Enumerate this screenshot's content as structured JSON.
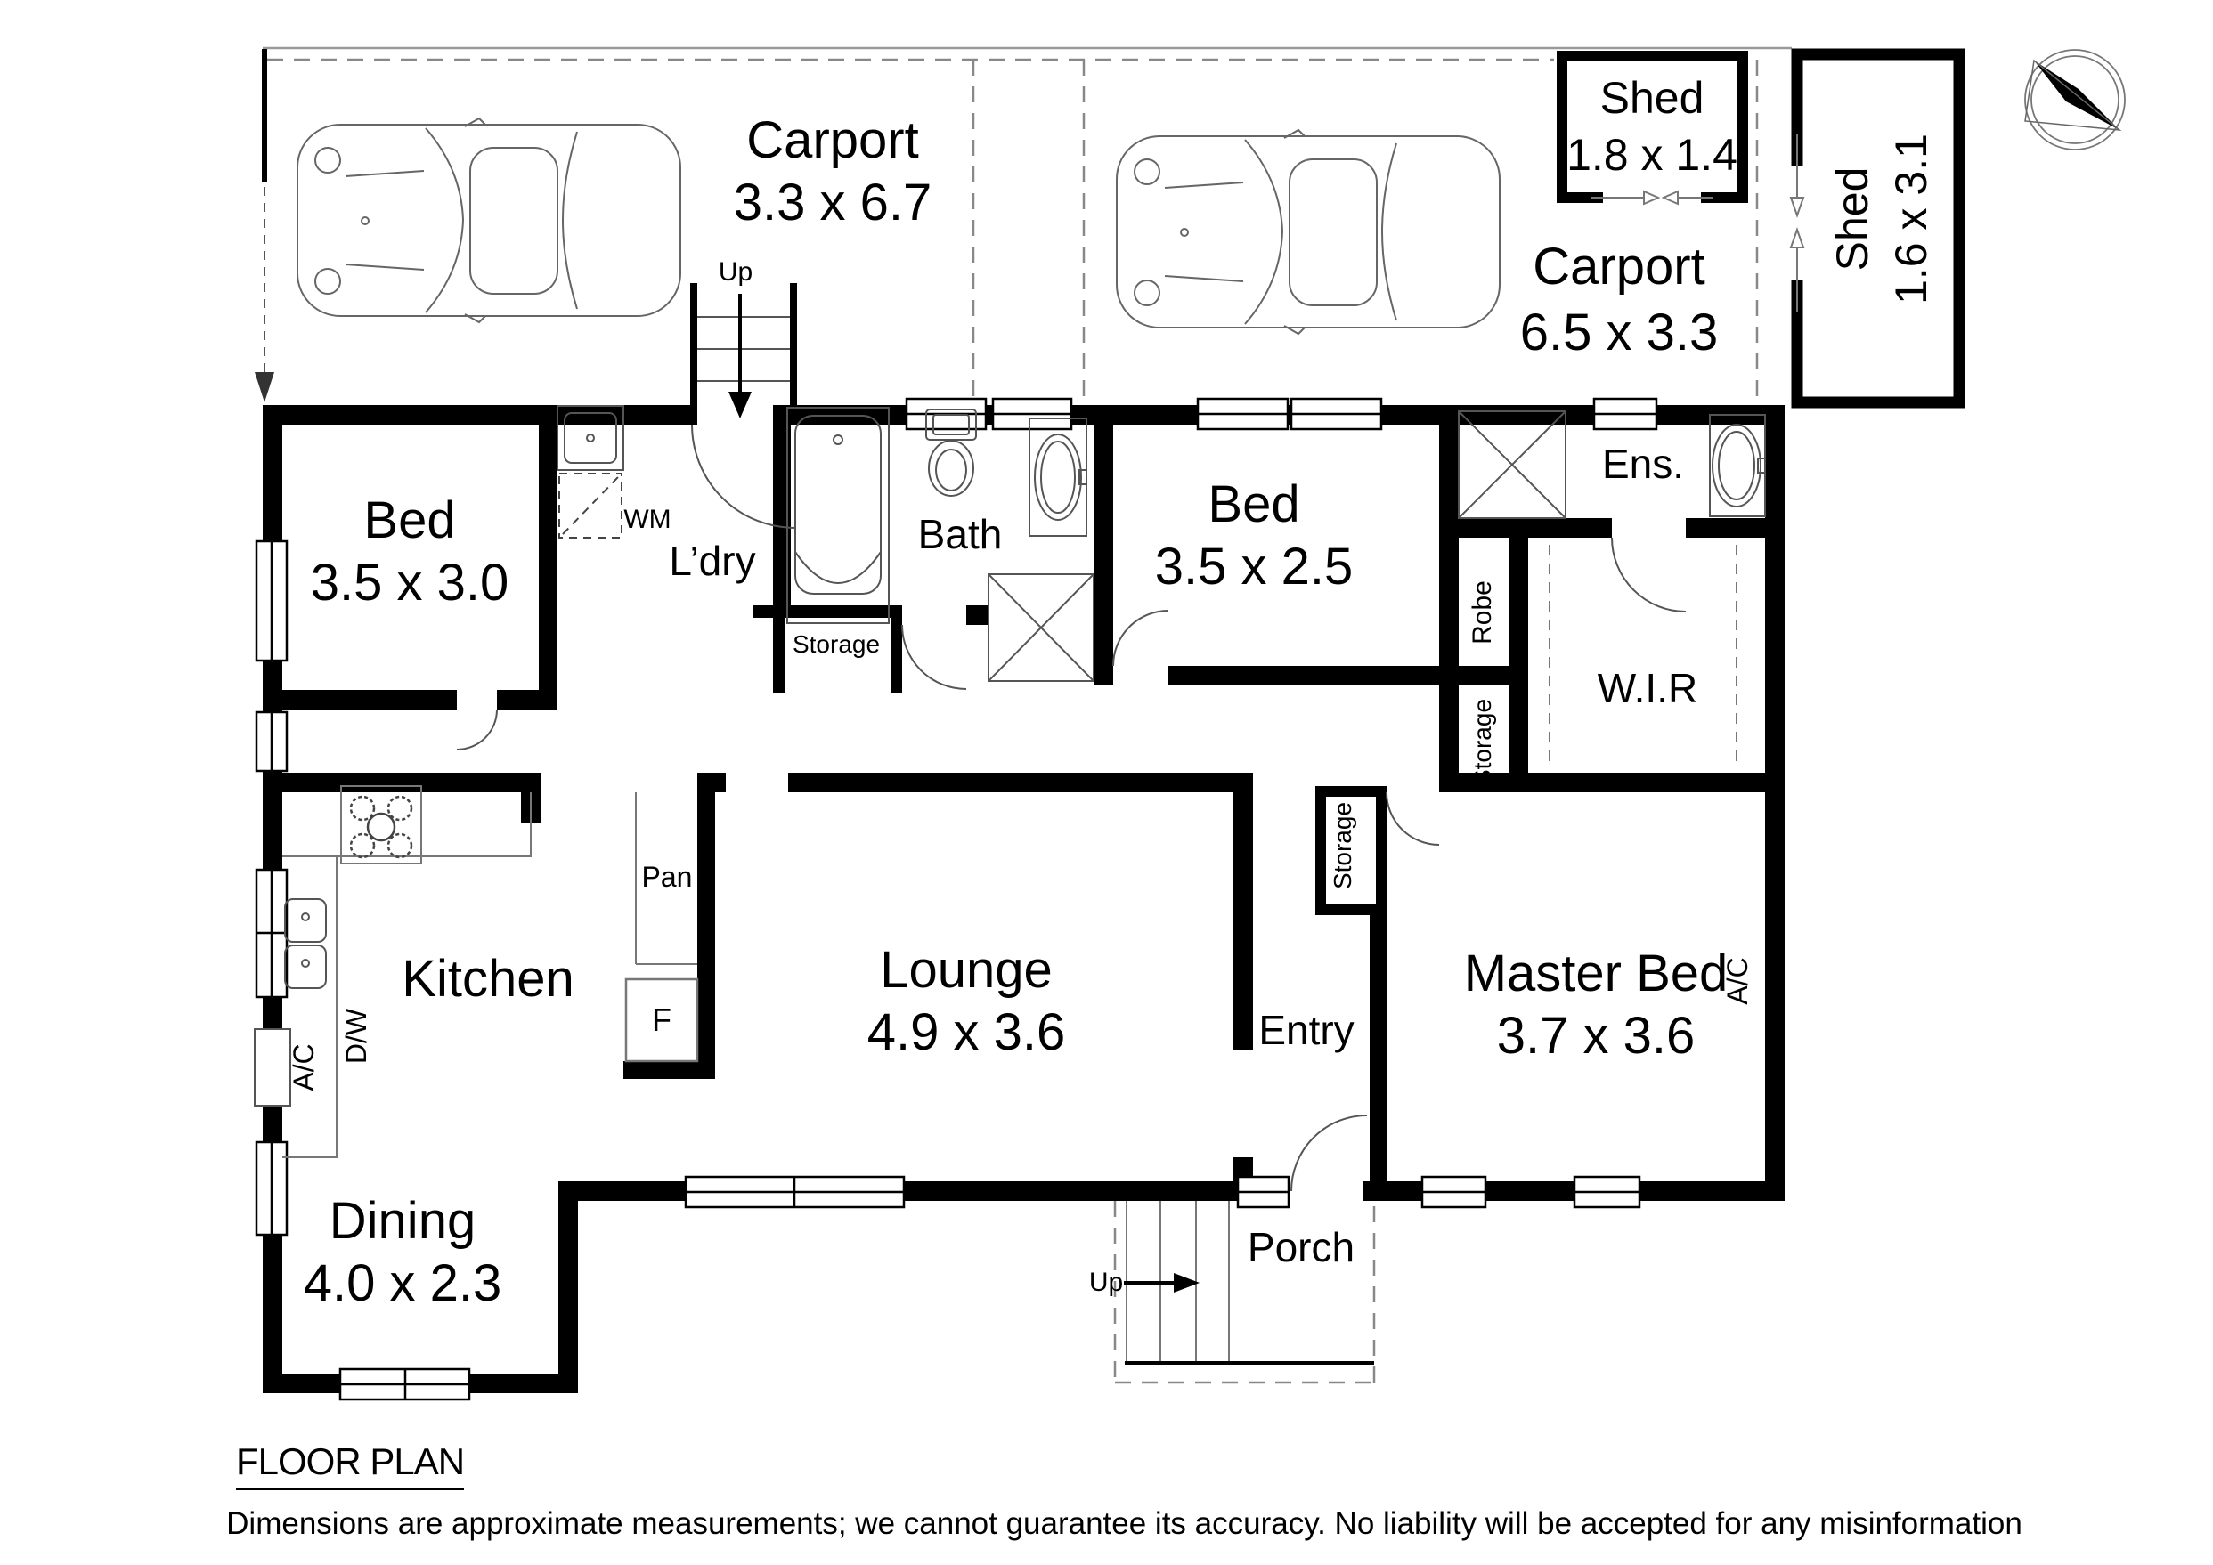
{
  "title": "FLOOR PLAN",
  "disclaimer": "Dimensions are approximate measurements; we cannot guarantee its accuracy. No liability will be accepted for any misinformation",
  "rooms": {
    "carport1": {
      "label": "Carport",
      "dims": "3.3 x 6.7"
    },
    "carport2": {
      "label": "Carport",
      "dims": "6.5 x 3.3"
    },
    "shed1": {
      "label": "Shed",
      "dims": "1.8 x 1.4"
    },
    "shed2": {
      "label": "Shed",
      "dims": "1.6 x 3.1"
    },
    "bed1": {
      "label": "Bed",
      "dims": "3.5 x 3.0"
    },
    "bed2": {
      "label": "Bed",
      "dims": "3.5 x 2.5"
    },
    "master_bed": {
      "label": "Master Bed",
      "dims": "3.7 x 3.6"
    },
    "lounge": {
      "label": "Lounge",
      "dims": "4.9 x 3.6"
    },
    "dining": {
      "label": "Dining",
      "dims": "4.0 x 2.3"
    },
    "kitchen": {
      "label": "Kitchen"
    },
    "laundry": {
      "label": "L’dry"
    },
    "bath": {
      "label": "Bath"
    },
    "ensuite": {
      "label": "Ens."
    },
    "wir": {
      "label": "W.I.R"
    },
    "entry": {
      "label": "Entry"
    },
    "porch": {
      "label": "Porch"
    },
    "robe": {
      "label": "Robe"
    }
  },
  "closets": {
    "hall_storage": "Storage",
    "robe_storage": "Storage",
    "entry_storage": "Storage"
  },
  "appliances": {
    "washing_machine": "WM",
    "pantry": "Pan",
    "fridge": "F",
    "dishwasher": "D/W",
    "aircon_kitchen": "A/C",
    "aircon_master": "A/C"
  },
  "stairs": {
    "up_top": "Up",
    "up_porch": "Up"
  },
  "icons": [
    "compass-north-icon",
    "car-top-view-icon",
    "bathtub-icon",
    "toilet-icon",
    "wash-basin-icon",
    "shower-icon",
    "stove-cooktop-icon",
    "kitchen-sink-icon",
    "laundry-tub-icon",
    "washing-machine-icon",
    "stairs-icon",
    "window-glyph",
    "door-arc-glyph"
  ]
}
